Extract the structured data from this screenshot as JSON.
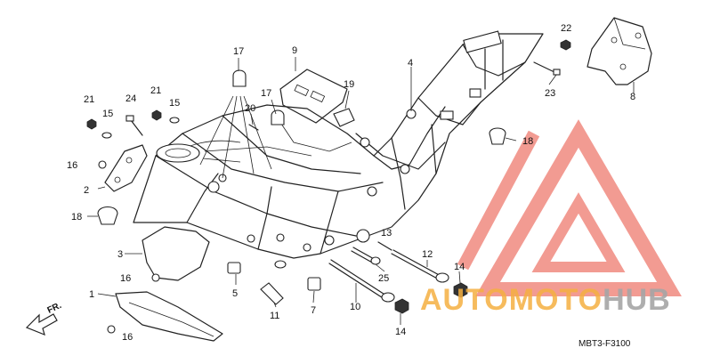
{
  "diagram": {
    "code": "MBT3-F3100",
    "direction_label": "FR.",
    "callouts": [
      {
        "id": "c1",
        "num": "1"
      },
      {
        "id": "c2",
        "num": "2"
      },
      {
        "id": "c3",
        "num": "3"
      },
      {
        "id": "c4",
        "num": "4"
      },
      {
        "id": "c5",
        "num": "5"
      },
      {
        "id": "c7",
        "num": "7"
      },
      {
        "id": "c8",
        "num": "8"
      },
      {
        "id": "c9",
        "num": "9"
      },
      {
        "id": "c10",
        "num": "10"
      },
      {
        "id": "c11",
        "num": "11"
      },
      {
        "id": "c12",
        "num": "12"
      },
      {
        "id": "c13",
        "num": "13"
      },
      {
        "id": "c14a",
        "num": "14"
      },
      {
        "id": "c14b",
        "num": "14"
      },
      {
        "id": "c15a",
        "num": "15"
      },
      {
        "id": "c15b",
        "num": "15"
      },
      {
        "id": "c16a",
        "num": "16"
      },
      {
        "id": "c16b",
        "num": "16"
      },
      {
        "id": "c16c",
        "num": "16"
      },
      {
        "id": "c17a",
        "num": "17"
      },
      {
        "id": "c17b",
        "num": "17"
      },
      {
        "id": "c18a",
        "num": "18"
      },
      {
        "id": "c18b",
        "num": "18"
      },
      {
        "id": "c19",
        "num": "19"
      },
      {
        "id": "c20",
        "num": "20"
      },
      {
        "id": "c21a",
        "num": "21"
      },
      {
        "id": "c21b",
        "num": "21"
      },
      {
        "id": "c22",
        "num": "22"
      },
      {
        "id": "c23",
        "num": "23"
      },
      {
        "id": "c24",
        "num": "24"
      },
      {
        "id": "c25",
        "num": "25"
      }
    ]
  },
  "watermark": {
    "part_a": "AUTOMOTO",
    "part_b": "HUB",
    "color_a": "#f5b041",
    "color_b": "#f1948a",
    "color_c": "#a6a6a6",
    "logo_color": "#f08a80"
  }
}
